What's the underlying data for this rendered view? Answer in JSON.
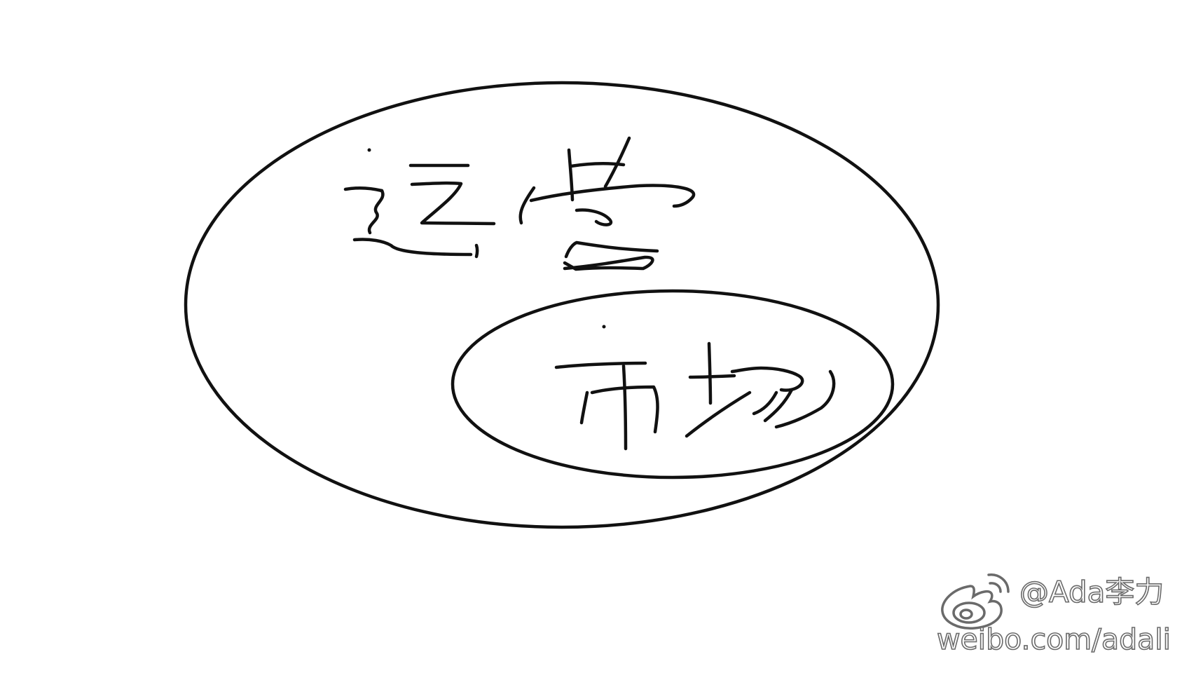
{
  "diagram": {
    "outer_label": "运营",
    "inner_label": "市场",
    "stroke_color": "#111111",
    "background_color": "#ffffff"
  },
  "watermark": {
    "icon": "weibo-logo-icon",
    "handle": "@Ada李力",
    "url": "weibo.com/adali",
    "color": "#6a6a6a"
  }
}
